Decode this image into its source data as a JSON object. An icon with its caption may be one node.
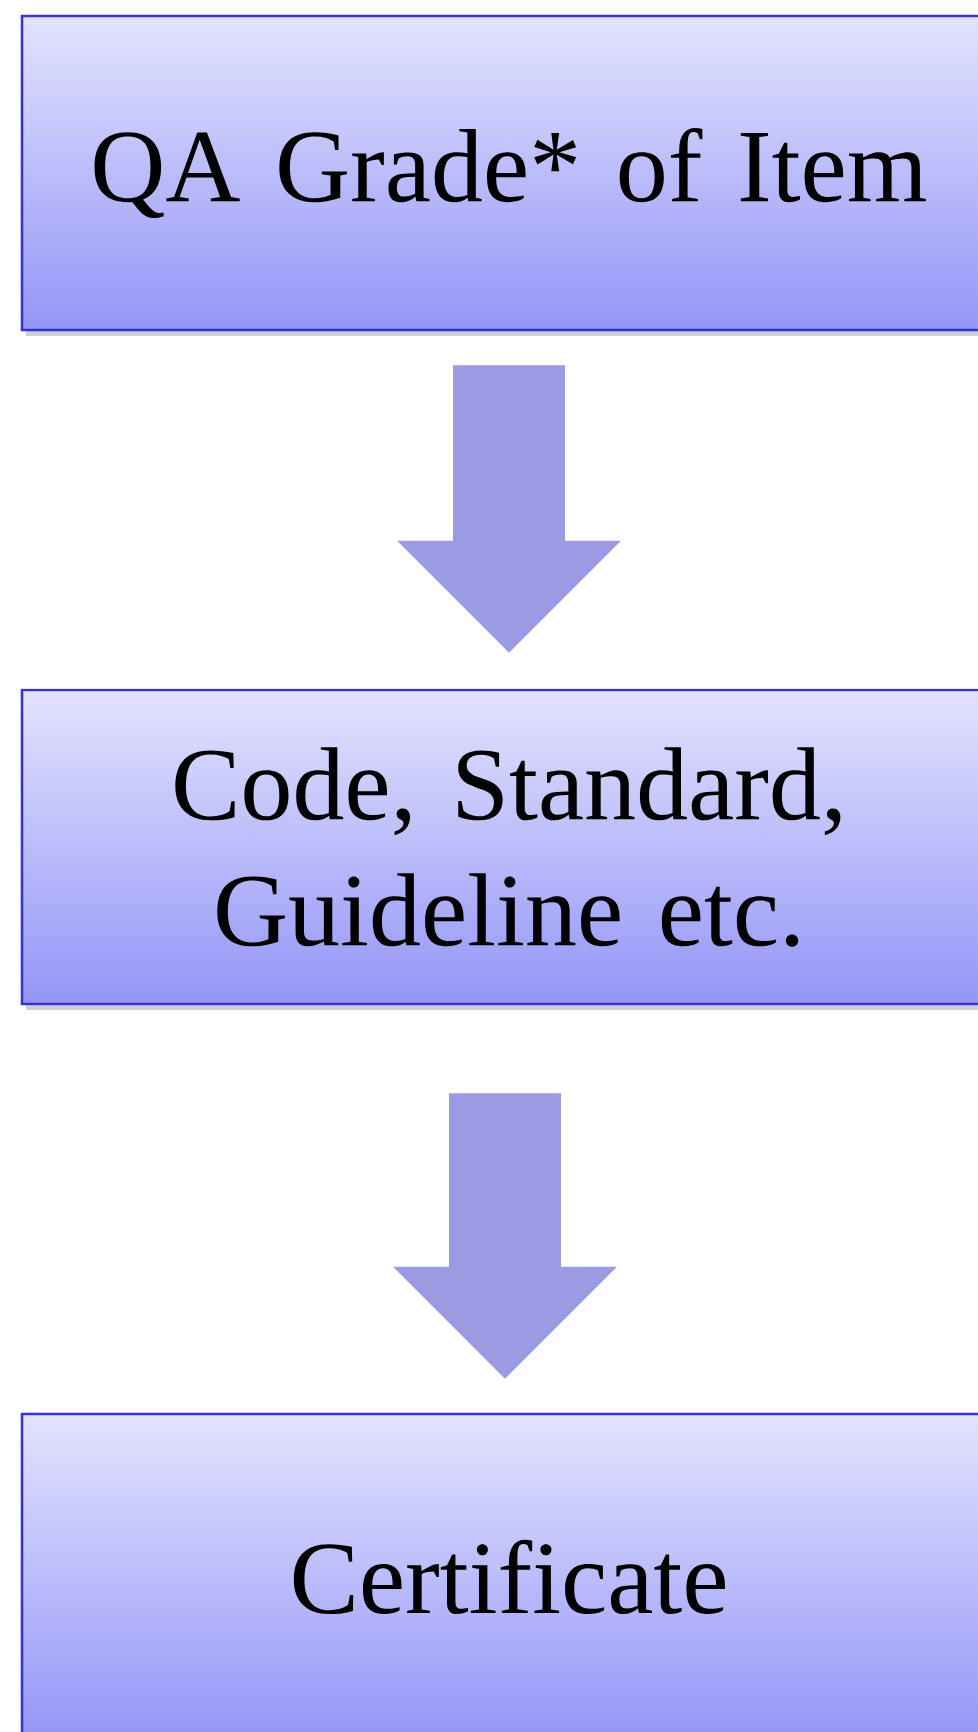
{
  "diagram": {
    "nodes": [
      {
        "text": [
          "QA Grade* of Item"
        ]
      },
      {
        "text": [
          "Code, Standard, Guideline etc."
        ]
      },
      {
        "text": [
          "Certificate"
        ]
      }
    ],
    "edges": [
      {
        "from": 0,
        "to": 1,
        "arrow": "to"
      },
      {
        "from": 1,
        "to": 2,
        "arrow": "to"
      }
    ]
  }
}
